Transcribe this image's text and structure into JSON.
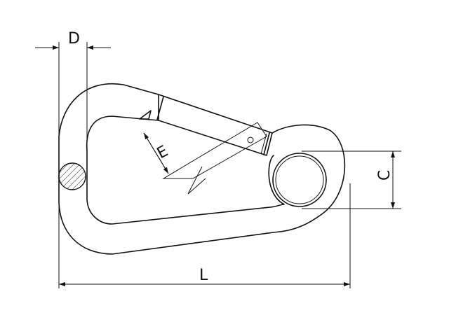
{
  "dimensions": {
    "D": "D",
    "E": "E",
    "C": "C",
    "L": "L"
  }
}
